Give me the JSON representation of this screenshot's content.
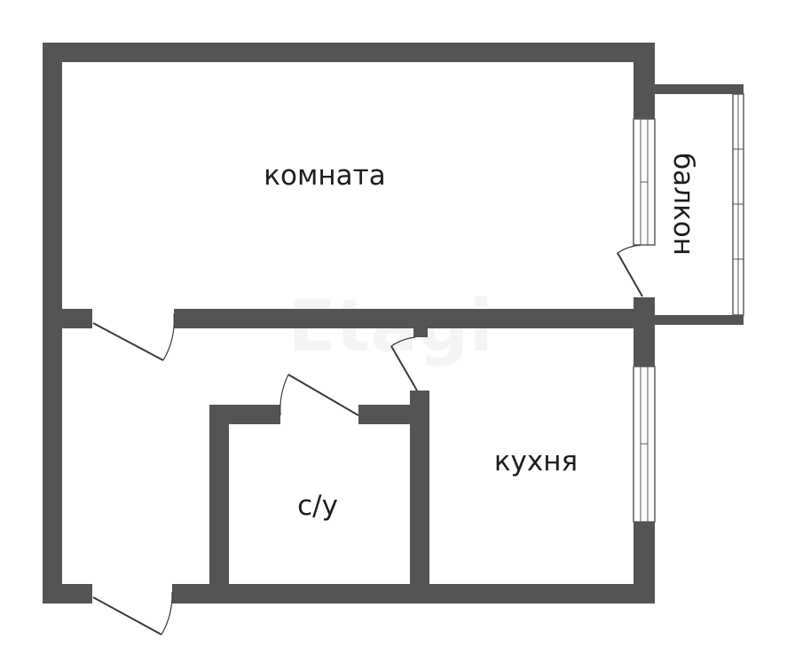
{
  "rooms": {
    "living": "комната",
    "balcony": "балкон",
    "kitchen": "кухня",
    "bathroom": "с/у"
  },
  "watermark": "Etagi",
  "colors": {
    "wall": "#545454",
    "background": "#ffffff",
    "text": "#1e1e1e"
  }
}
